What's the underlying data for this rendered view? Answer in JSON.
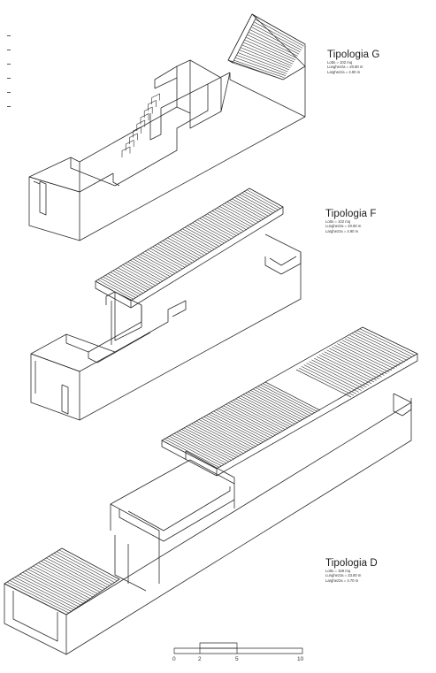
{
  "blocks": [
    {
      "title": "Tipologia G",
      "lines": [
        "Lotto = 102 mq",
        "Lunghezza = 20.80 m",
        "Larghezza = 4.90 m"
      ]
    },
    {
      "title": "Tipologia F",
      "lines": [
        "Lotto = 102 mq",
        "Lunghezza = 20.80 m",
        "Larghezza = 4.90 m"
      ]
    },
    {
      "title": "Tipologia D",
      "lines": [
        "Lotto = 159 mq",
        "Lunghezza = 33.80 m",
        "Larghezza = 4.70 m"
      ]
    }
  ],
  "scale": {
    "labels": [
      "0",
      "2",
      "5",
      "10"
    ]
  }
}
